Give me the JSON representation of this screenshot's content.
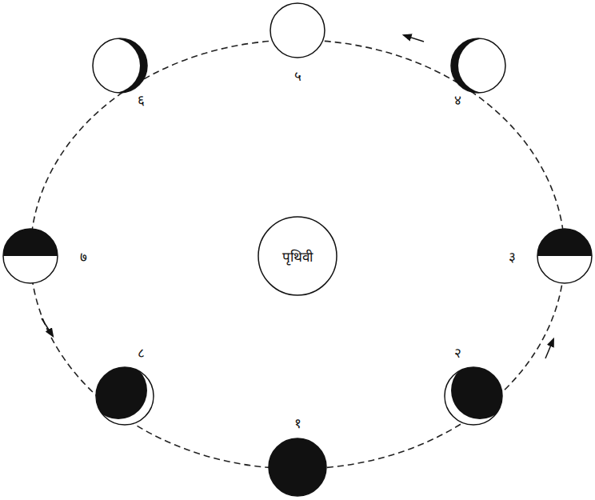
{
  "diagram": {
    "nodes": [
      {
        "text": [
          "पृथिवी"
        ]
      }
    ],
    "labels": [
      "५",
      "४",
      "३",
      "२",
      "१",
      "८",
      "७",
      "६"
    ]
  }
}
